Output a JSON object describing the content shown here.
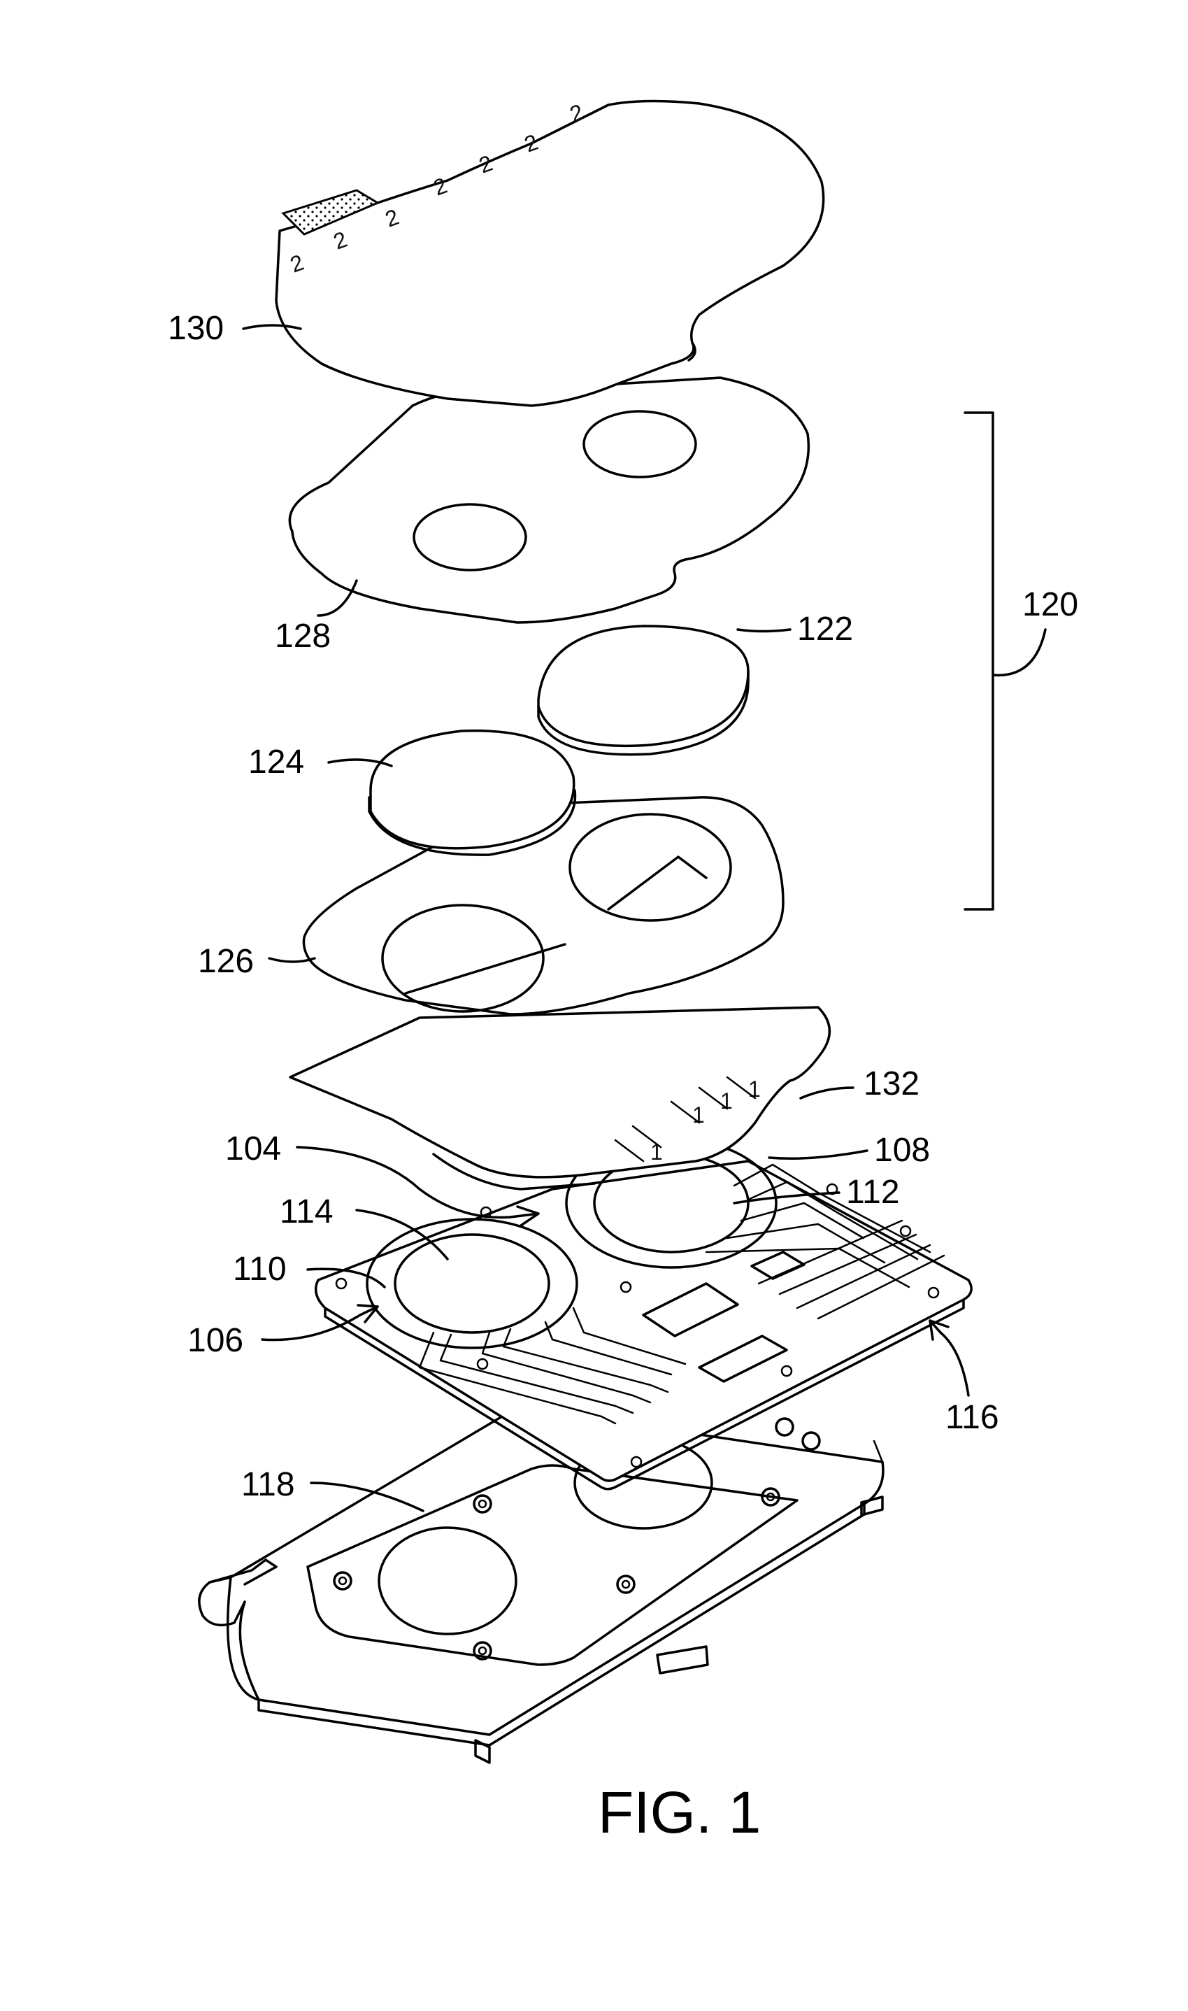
{
  "labels": {
    "l130": "130",
    "l128": "128",
    "l122": "122",
    "l120": "120",
    "l124": "124",
    "l126": "126",
    "l132": "132",
    "l104": "104",
    "l108": "108",
    "l114": "114",
    "l112": "112",
    "l110": "110",
    "l106": "106",
    "l116": "116",
    "l118": "118"
  },
  "caption": "FIG. 1",
  "layer_markings": {
    "mark2": "2",
    "mark1": "1"
  }
}
